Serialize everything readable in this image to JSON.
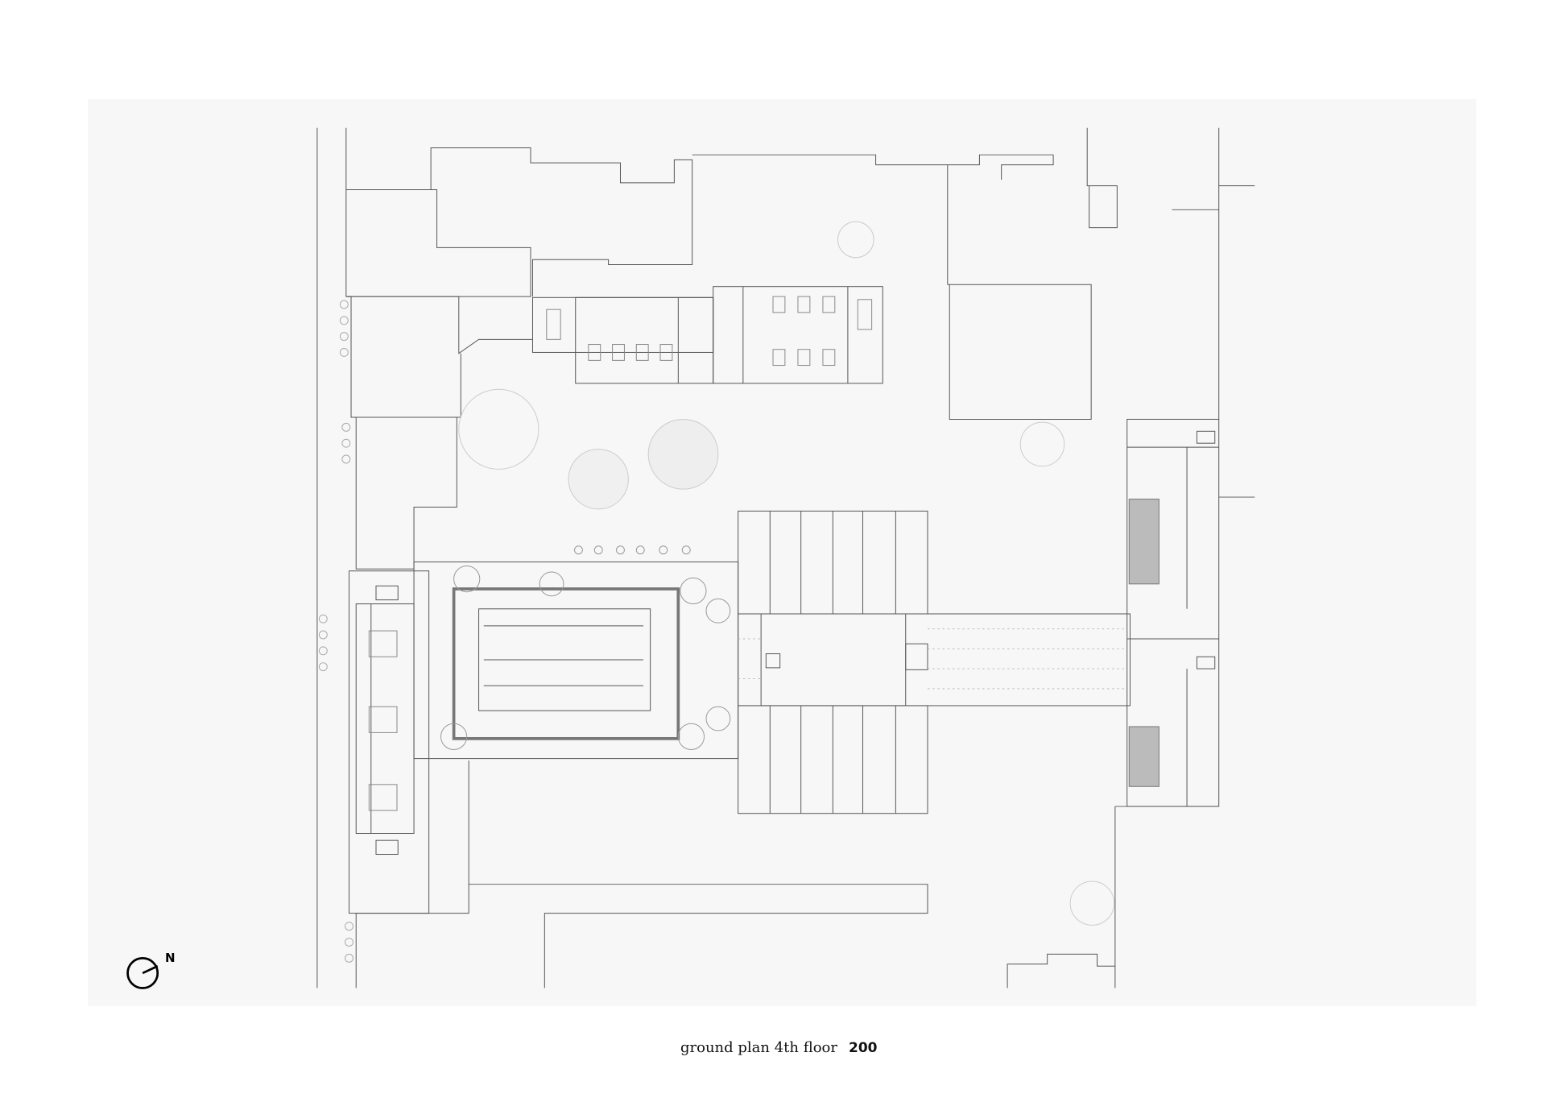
{
  "caption": {
    "title": "ground plan 4th floor",
    "scale": "200"
  },
  "north_arrow": {
    "label": "N"
  },
  "colors": {
    "panel": "#f7f7f7",
    "line": "#555555",
    "hatch": "#9a9a9a"
  }
}
